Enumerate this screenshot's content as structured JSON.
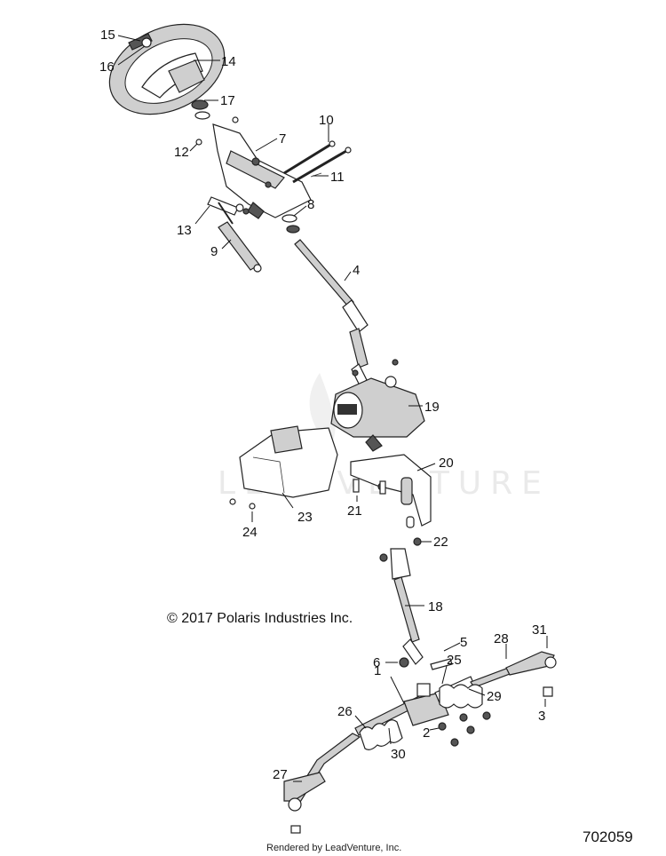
{
  "callouts": [
    {
      "n": "15"
    },
    {
      "n": "16"
    },
    {
      "n": "14"
    },
    {
      "n": "17"
    },
    {
      "n": "10"
    },
    {
      "n": "12"
    },
    {
      "n": "7"
    },
    {
      "n": "11"
    },
    {
      "n": "8"
    },
    {
      "n": "13"
    },
    {
      "n": "9"
    },
    {
      "n": "4"
    },
    {
      "n": "19"
    },
    {
      "n": "20"
    },
    {
      "n": "21"
    },
    {
      "n": "23"
    },
    {
      "n": "24"
    },
    {
      "n": "22"
    },
    {
      "n": "18"
    },
    {
      "n": "5"
    },
    {
      "n": "28"
    },
    {
      "n": "31"
    },
    {
      "n": "6"
    },
    {
      "n": "25"
    },
    {
      "n": "1"
    },
    {
      "n": "29"
    },
    {
      "n": "26"
    },
    {
      "n": "3"
    },
    {
      "n": "2"
    },
    {
      "n": "30"
    },
    {
      "n": "27"
    }
  ],
  "copyright": "© 2017 Polaris Industries Inc.",
  "rendered_by": "Rendered by LeadVenture, Inc.",
  "diagram_number": "702059",
  "watermark": "LEADVENTURE"
}
